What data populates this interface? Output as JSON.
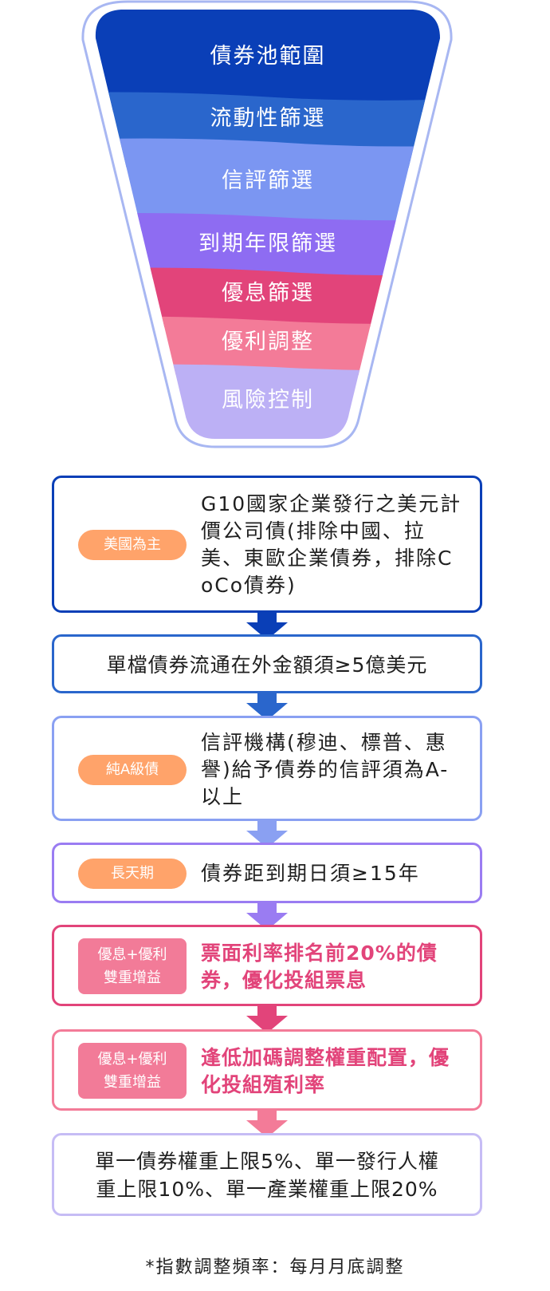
{
  "funnel": {
    "stages": [
      {
        "label": "債券池範圍",
        "color": "#0a3fb7"
      },
      {
        "label": "流動性篩選",
        "color": "#2a66cc"
      },
      {
        "label": "信評篩選",
        "color": "#7b96f2"
      },
      {
        "label": "到期年限篩選",
        "color": "#8e6cf2"
      },
      {
        "label": "優息篩選",
        "color": "#e2447a"
      },
      {
        "label": "優利調整",
        "color": "#f37b98"
      },
      {
        "label": "風險控制",
        "color": "#bcb0f5"
      }
    ],
    "outline_color": "#a8b7f2"
  },
  "steps": [
    {
      "tag": "美國為主",
      "text": "G10國家企業發行之美元計價公司債(排除中國、拉美、東歐企業債券，排除CoCo債券)",
      "border": "#0a3fb7",
      "tag_color": "#ffa36a"
    },
    {
      "text": "單檔債券流通在外金額須≥5億美元",
      "border": "#2a66cc"
    },
    {
      "tag": "純A級債",
      "text": "信評機構(穆迪、標普、惠譽)給予債券的信評須為A-以上",
      "border": "#8aa0f2",
      "tag_color": "#ffa36a"
    },
    {
      "tag": "長天期",
      "text": "債券距到期日須≥15年",
      "border": "#9a7cf2",
      "tag_color": "#ffa36a"
    },
    {
      "tag_line1": "優息+優利",
      "tag_line2": "雙重增益",
      "text": "票面利率排名前20%的債券，優化投組票息",
      "border": "#e2447a",
      "tag_color": "#f27b98"
    },
    {
      "tag_line1": "優息+優利",
      "tag_line2": "雙重增益",
      "text": "逢低加碼調整權重配置，優化投組殖利率",
      "border": "#f37b98",
      "tag_color": "#f27b98"
    },
    {
      "text_line1": "單一債券權重上限5%、單一發行人權",
      "text_line2": "重上限10%、單一產業權重上限20%",
      "border": "#c6bcf5"
    }
  ],
  "arrows": [
    "#0a3fb7",
    "#2a66cc",
    "#8aa0f2",
    "#9a7cf2",
    "#e2447a",
    "#f37b98"
  ],
  "footnote": "*指數調整頻率：每月月底調整"
}
